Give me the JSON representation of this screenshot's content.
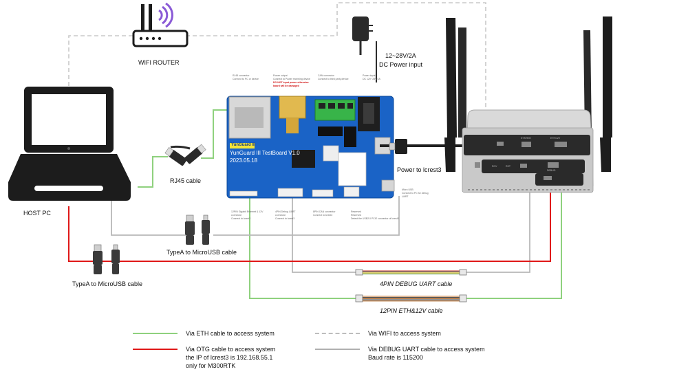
{
  "labels": {
    "wifi_router": "WIFI ROUTER",
    "power_spec": "12~28V/2A",
    "power_input": "DC Power input",
    "host_pc": "HOST PC",
    "rj45_cable": "RJ45 cable",
    "power_to_board": "Power to lcrest3",
    "typea_micro_upper": "TypeA to MicroUSB cable",
    "typea_micro_lower": "TypeA to MicroUSB cable",
    "uart_cable": "4PIN DEBUG UART cable",
    "eth_cable": "12PIN ETH&12V cable"
  },
  "board_text": {
    "model_tag": "YunGuard III",
    "title": "YunGuard III TestBoard V1.0",
    "date": "2023.05.18",
    "callouts": [
      "RJ45 connector",
      "Connect to PC or device",
      "Power output",
      "Connect to Power receiving device",
      "DO NOT input power otherwise",
      "board will be damaged",
      "CAN connector",
      "Connect to third party device",
      "Power input",
      "DC 12V~28V/2A",
      "Micro USB",
      "Connect to PC for debug",
      "UART",
      "12PIN Gigabit Ethernet & 12V",
      "connector",
      "Connect to lcrest3",
      "4PIN Debug UART",
      "connector",
      "Connect to lcrest3",
      "8PIN CAN connector",
      "Connect to lcrest3",
      "Reserved",
      "Reserved",
      "Detect the USB2.0 PCIE connector of lcrest3"
    ]
  },
  "device_text": {
    "port_1": "SYSTEM",
    "port_2": "ETH/12V",
    "port_3": "RCV",
    "port_4": "RST",
    "port_5": "DEBUG"
  },
  "legend": [
    {
      "lines": [
        "Via ETH cable to access system"
      ],
      "color": "#8fd17e",
      "style": "solid"
    },
    {
      "lines": [
        "Via OTG cable to access system",
        "the IP of lcrest3 is 192.168.55.1",
        "only for M300RTK"
      ],
      "color": "#e01818",
      "style": "solid"
    },
    {
      "lines": [
        "Via WIFI to access system"
      ],
      "color": "#bdbdbd",
      "style": "dashed"
    },
    {
      "lines": [
        "Via DEBUG UART cable to access system",
        "Baud rate is 115200"
      ],
      "color": "#b0b0b0",
      "style": "solid"
    }
  ],
  "colors": {
    "eth": "#8fd17e",
    "otg": "#e01818",
    "wifi": "#c8c8c8",
    "uart": "#b8b8b8",
    "board": "#1a63c6",
    "device_body": "#d9d9d9",
    "device_dark": "#2a2a2a"
  },
  "icons": [
    "wifi-router-icon",
    "power-adapter-icon",
    "laptop-icon",
    "rj45-plug-icon",
    "usb-plug-icon",
    "ribbon-cable-icon",
    "antenna-icon"
  ]
}
